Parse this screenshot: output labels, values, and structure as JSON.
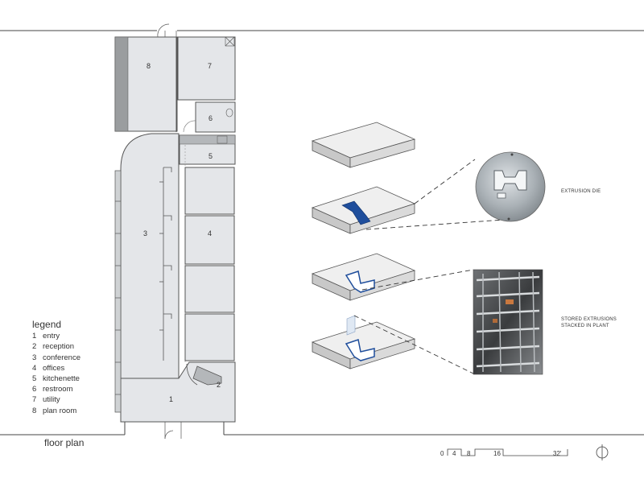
{
  "rooms": [
    {
      "id": "1",
      "label": "1"
    },
    {
      "id": "2",
      "label": "2"
    },
    {
      "id": "3",
      "label": "3"
    },
    {
      "id": "4",
      "label": "4"
    },
    {
      "id": "5",
      "label": "5"
    },
    {
      "id": "6",
      "label": "6"
    },
    {
      "id": "7",
      "label": "7"
    },
    {
      "id": "8",
      "label": "8"
    }
  ],
  "legend": {
    "title": "legend",
    "items": [
      {
        "num": "1",
        "label": "entry"
      },
      {
        "num": "2",
        "label": "reception"
      },
      {
        "num": "3",
        "label": "conference"
      },
      {
        "num": "4",
        "label": "offices"
      },
      {
        "num": "5",
        "label": "kitchenette"
      },
      {
        "num": "6",
        "label": "restroom"
      },
      {
        "num": "7",
        "label": "utility"
      },
      {
        "num": "8",
        "label": "plan room"
      }
    ]
  },
  "plan_title": "floor plan",
  "callouts": {
    "die": "EXTRUSION DIE",
    "stored_line1": "STORED EXTRUSIONS",
    "stored_line2": "STACKED IN PLANT"
  },
  "scale": {
    "ticks": [
      "0",
      "4",
      "8",
      "16",
      "32'"
    ]
  },
  "colors": {
    "floor": "#e4e6e9",
    "wall": "#555555",
    "accent_blue": "#1f4e9c",
    "block_top": "#efefef",
    "block_side": "#c8c8c8"
  }
}
